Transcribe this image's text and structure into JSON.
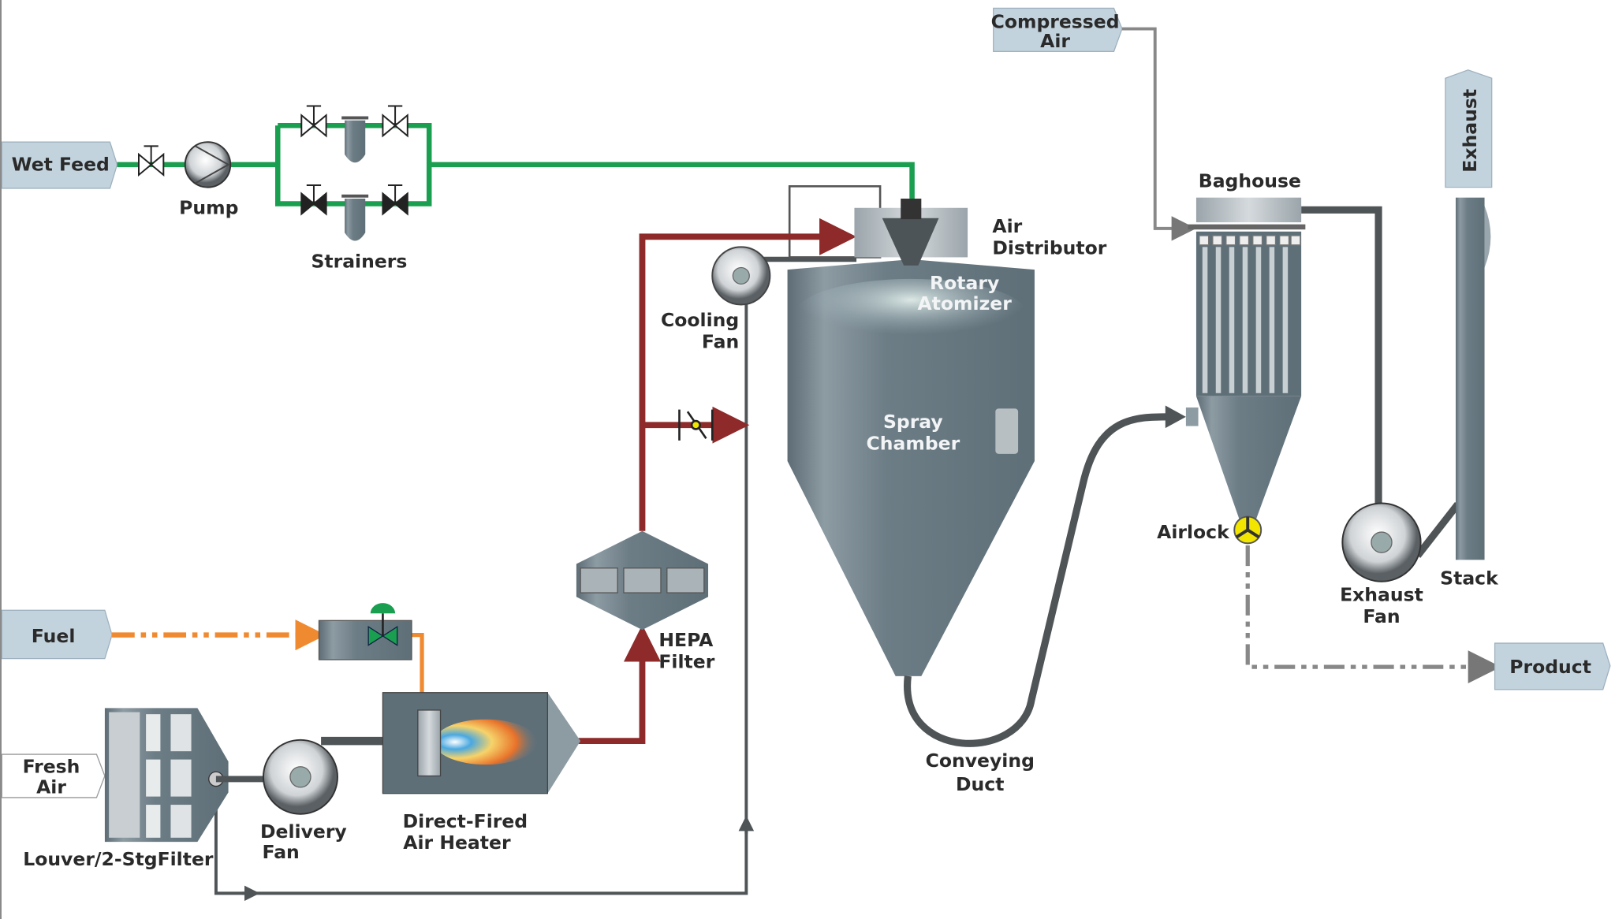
{
  "labels": {
    "wet_feed": "Wet Feed",
    "pump": "Pump",
    "strainers": "Strainers",
    "cooling_fan": [
      "Cooling",
      "Fan"
    ],
    "air_distributor": [
      "Air",
      "Distributor"
    ],
    "rotary_atomizer": [
      "Rotary",
      "Atomizer"
    ],
    "spray_chamber": [
      "Spray",
      "Chamber"
    ],
    "hepa_filter": [
      "HEPA",
      "Filter"
    ],
    "fuel": "Fuel",
    "fresh_air": [
      "Fresh",
      "Air"
    ],
    "louver_filter": "Louver/2-StgFilter",
    "delivery_fan": [
      "Delivery",
      "Fan"
    ],
    "air_heater": [
      "Direct-Fired",
      "Air Heater"
    ],
    "conveying_duct": [
      "Conveying",
      "Duct"
    ],
    "compressed_air": [
      "Compressed",
      "Air"
    ],
    "baghouse": "Baghouse",
    "exhaust": "Exhaust",
    "airlock": "Airlock",
    "exhaust_fan": [
      "Exhaust",
      "Fan"
    ],
    "stack": "Stack",
    "product": "Product"
  },
  "colors": {
    "feed_line": "#1a9e4f",
    "hot_air_line": "#8e2a2a",
    "fuel_line": "#f08a30",
    "duct": "#4f5457",
    "equipment": "#6b7b84",
    "tag_fill": "#c3d3de",
    "airlock": "#f2e600"
  }
}
